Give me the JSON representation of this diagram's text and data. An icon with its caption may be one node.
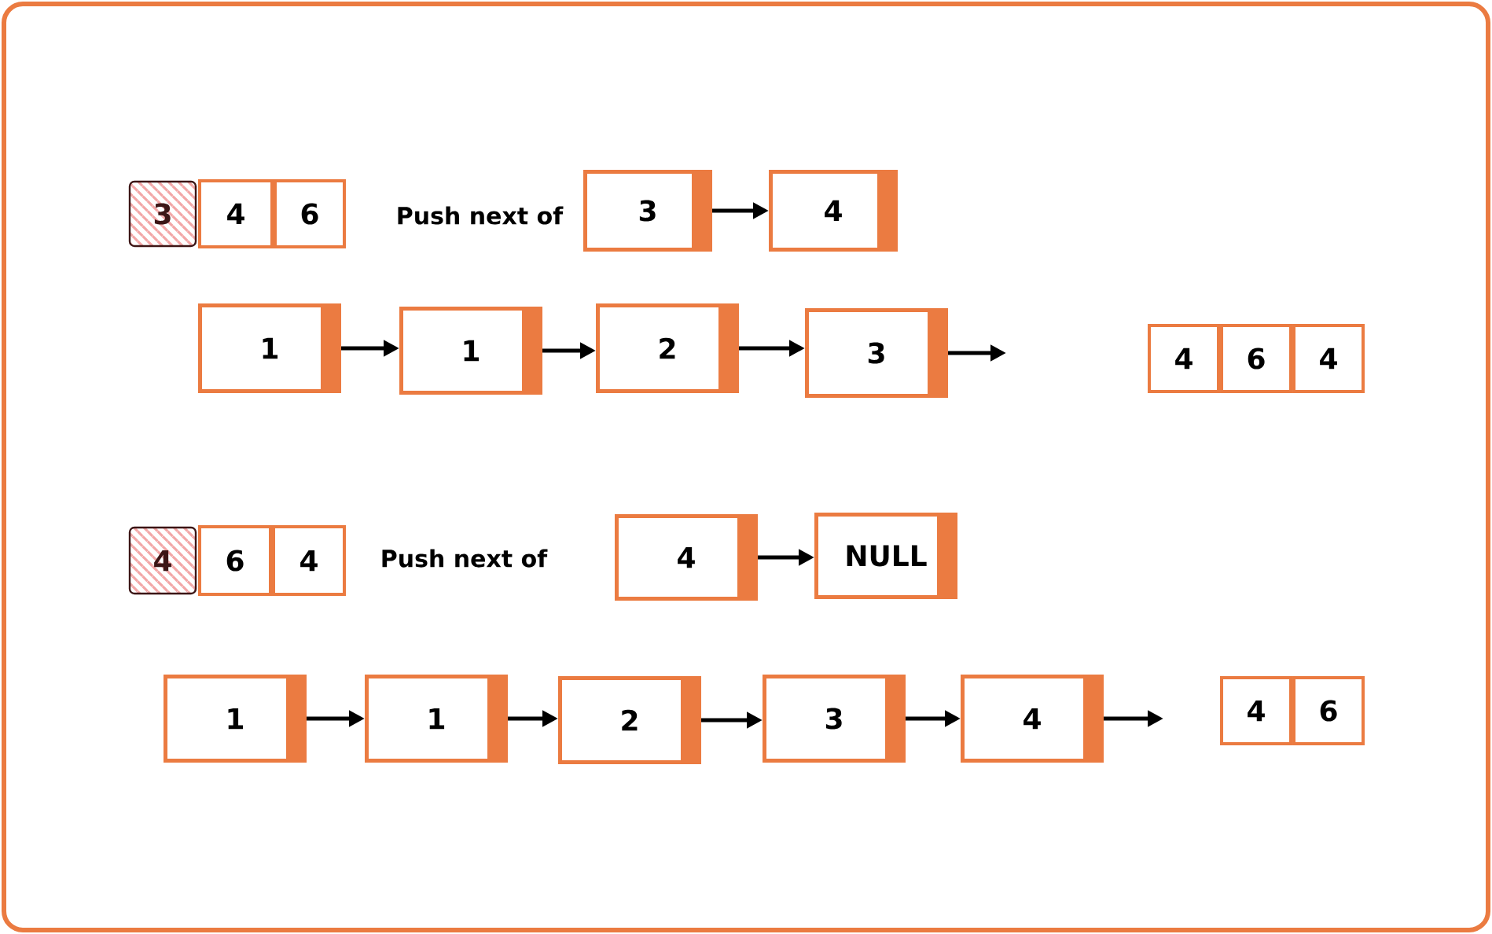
{
  "diagram": {
    "nodes": [
      {
        "text": [
          "3"
        ]
      },
      {
        "text": [
          "4"
        ]
      },
      {
        "text": [
          "6"
        ]
      },
      {
        "text": [
          "3"
        ]
      },
      {
        "text": [
          "4"
        ]
      },
      {
        "text": [
          "1"
        ]
      },
      {
        "text": [
          "1"
        ]
      },
      {
        "text": [
          "2"
        ]
      },
      {
        "text": [
          "3"
        ]
      },
      {
        "text": [
          "4"
        ]
      },
      {
        "text": [
          "6"
        ]
      },
      {
        "text": [
          "4"
        ]
      },
      {
        "text": [
          "4"
        ]
      },
      {
        "text": [
          "6"
        ]
      },
      {
        "text": [
          "4"
        ]
      },
      {
        "text": [
          "4"
        ]
      },
      {
        "text": [
          "NULL"
        ]
      },
      {
        "text": [
          "1"
        ]
      },
      {
        "text": [
          "1"
        ]
      },
      {
        "text": [
          "2"
        ]
      },
      {
        "text": [
          "3"
        ]
      },
      {
        "text": [
          "4"
        ]
      },
      {
        "text": [
          "4"
        ]
      },
      {
        "text": [
          "6"
        ]
      }
    ],
    "edges": [
      {
        "from": 3,
        "to": 4,
        "arrow": "to"
      },
      {
        "from": 5,
        "to": 6,
        "arrow": "to"
      },
      {
        "from": 6,
        "to": 7,
        "arrow": "to"
      },
      {
        "from": 7,
        "to": 8,
        "arrow": "to"
      },
      {
        "from": 8,
        "to": null,
        "arrow": "to"
      },
      {
        "from": 15,
        "to": 16,
        "arrow": "to"
      },
      {
        "from": 17,
        "to": 18,
        "arrow": "to"
      },
      {
        "from": 18,
        "to": 19,
        "arrow": "to"
      },
      {
        "from": 19,
        "to": 20,
        "arrow": "to"
      },
      {
        "from": 20,
        "to": 21,
        "arrow": "to"
      },
      {
        "from": 21,
        "to": null,
        "arrow": "to"
      }
    ],
    "labels": [
      "Push next of",
      "Push next of"
    ]
  }
}
